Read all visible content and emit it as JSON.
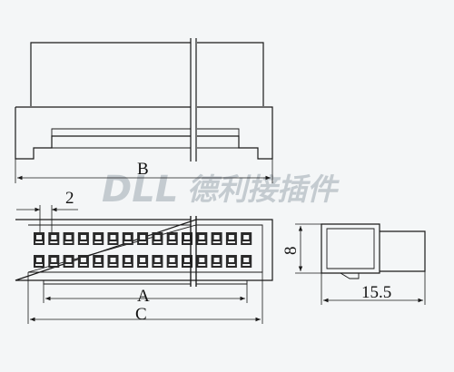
{
  "watermark": {
    "brand": "DLL",
    "chinese": "德利接插件"
  },
  "dimensions": {
    "B": "B",
    "pitch": "2",
    "A": "A",
    "C": "C",
    "height": "8",
    "depth": "15.5"
  },
  "connector": {
    "pin_rows": 2,
    "pins_per_row": 15
  },
  "colors": {
    "line": "#1a1a1a",
    "background": "#f4f6f7",
    "watermark": "#c4cbd0"
  }
}
